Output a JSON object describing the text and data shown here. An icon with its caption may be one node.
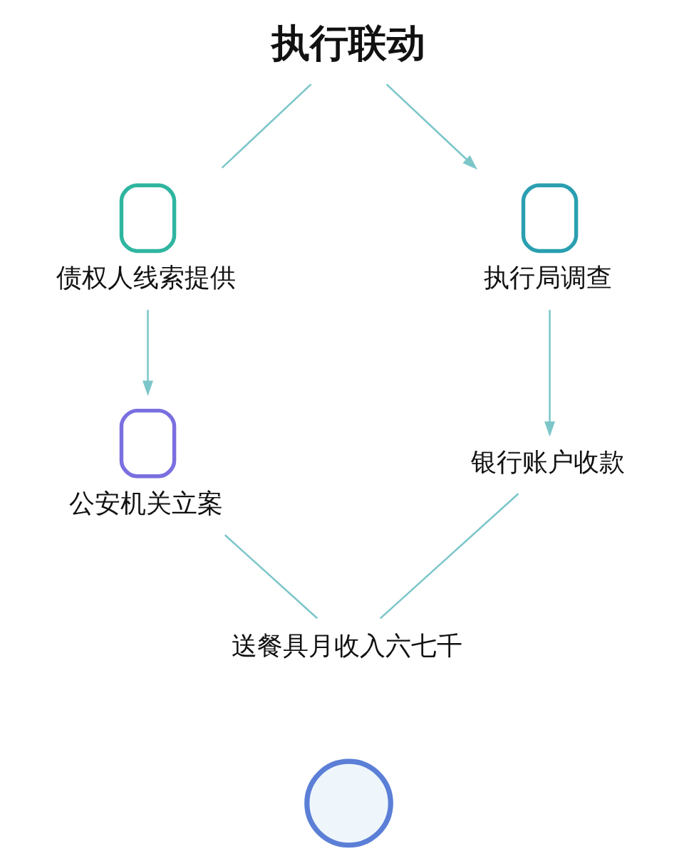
{
  "diagram": {
    "nodes": [
      {
        "text": [
          "执行联动"
        ]
      },
      {
        "text": [
          "债权人线索提供"
        ]
      },
      {
        "text": [
          "执行局调查"
        ]
      },
      {
        "text": [
          "公安机关立案"
        ]
      },
      {
        "text": [
          "银行账户收款"
        ]
      },
      {
        "text": [
          "送餐具月收入六七千"
        ]
      },
      {
        "text": [],
        "shape": "circle"
      }
    ],
    "edges": [
      {
        "from": 0,
        "to": 1,
        "arrow": "none"
      },
      {
        "from": 0,
        "to": 2,
        "arrow": "to"
      },
      {
        "from": 1,
        "to": 3,
        "arrow": "to"
      },
      {
        "from": 2,
        "to": 4,
        "arrow": "to"
      },
      {
        "from": 3,
        "to": 5,
        "arrow": "none"
      },
      {
        "from": 4,
        "to": 5,
        "arrow": "none"
      }
    ]
  }
}
